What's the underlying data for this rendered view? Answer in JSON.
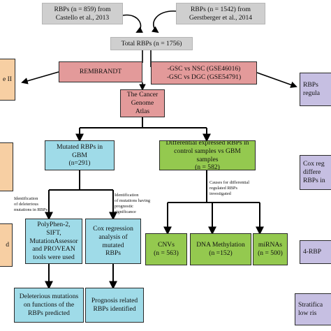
{
  "boxes": {
    "castello": "RBPs (n = 859) from\nCastello et al., 2013",
    "gerstberger": "RBPs (n = 1542) from\nGerstberger et al., 2014",
    "total": "Total RBPs (n = 1756)",
    "rembrandt": "REMBRANDT",
    "gsc": "-GSC vs NSC (GSE46016)\n-GSC vs DGC (GSE54791)",
    "tcga": "The Cancer\nGenome Atlas",
    "mutated": "Mutated RBPs in GBM\n(n=291)",
    "differential": "Differential expressed RBPs in\ncontrol samples vs GBM samples\n(n = 582)",
    "polyphen": "PolyPhen-2,\nSIFT,\nMutationAssessor\nand PROVEAN\ntools were used",
    "cox_mut": "Cox regression\nanalysis of mutated\nRBPs",
    "cnv": "CNVs\n(n = 563)",
    "methylation": "DNA Methylation\n(n =152)",
    "mirna": "miRNAs\n(n = 500)",
    "deleterious": "Deleterious mutations\non functions of the\nRBPs predicted",
    "prognosis": "Prognosis related\nRBPs identified",
    "left_top": "e II",
    "left_mid": "",
    "left_bot": "d",
    "right_top": "RBPs\nregula",
    "right_mid": "Cox reg\ndiffere\nRBPs in",
    "right_4rbp": "4-RBP",
    "right_bot": "Stratifica\nlow ris"
  },
  "notes": {
    "deleterious_id": "Identification\nof deleterious\nmutations in RBPs",
    "prognostic_id": "Identification\nof mutations  having\nprognostic\nsignificance",
    "causes": "Causes for differential\nregulated RBPs\ninvestigated"
  },
  "colors": {
    "gray": "#cfcfcf",
    "red": "#e39a9a",
    "cyan": "#9fdbe8",
    "green": "#94c94f",
    "orange": "#f7cfa3",
    "purple": "#c6bfe2",
    "line": "#000000"
  }
}
